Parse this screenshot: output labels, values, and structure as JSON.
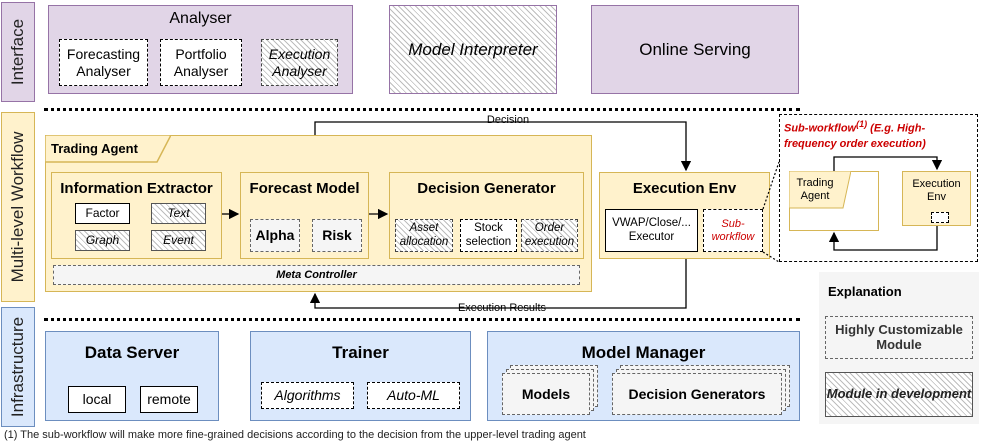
{
  "bands": {
    "interface": "Interface",
    "workflow": "Multi-level Workflow",
    "infrastructure": "Infrastructure"
  },
  "interface": {
    "analyser": {
      "title": "Analyser",
      "forecasting": "Forecasting Analyser",
      "portfolio": "Portfolio Analyser",
      "execution": "Execution Analyser"
    },
    "model_interpreter": "Model Interpreter",
    "online_serving": "Online Serving"
  },
  "workflow": {
    "trading_agent": "Trading Agent",
    "information_extractor": {
      "title": "Information Extractor",
      "factor": "Factor",
      "text": "Text",
      "graph": "Graph",
      "event": "Event"
    },
    "forecast_model": {
      "title": "Forecast Model",
      "alpha": "Alpha",
      "risk": "Risk"
    },
    "decision_generator": {
      "title": "Decision Generator",
      "asset_allocation": "Asset allocation",
      "stock_selection": "Stock selection",
      "order_execution": "Order execution"
    },
    "meta_controller": "Meta Controller",
    "execution_env": {
      "title": "Execution Env",
      "executor": "VWAP/Close/... Executor",
      "sub_workflow": "Sub-workflow"
    },
    "decision_label": "Decision",
    "execution_results_label": "Execution Results"
  },
  "sub_workflow_panel": {
    "title": "Sub-workflow",
    "title_sup": "(1)",
    "title_rest": " (E.g. High-frequency order execution)",
    "trading_agent": "Trading Agent",
    "execution_env": "Execution Env"
  },
  "infrastructure": {
    "data_server": {
      "title": "Data Server",
      "local": "local",
      "remote": "remote"
    },
    "trainer": {
      "title": "Trainer",
      "algorithms": "Algorithms",
      "auto_ml": "Auto-ML"
    },
    "model_manager": {
      "title": "Model Manager",
      "models": "Models",
      "decision_generators": "Decision Generators"
    }
  },
  "legend": {
    "title": "Explanation",
    "customizable": "Highly Customizable Module",
    "in_development": "Module in development"
  },
  "footnote": "(1) The sub-workflow will make more fine-grained decisions according to the decision from the upper-level trading agent",
  "colors": {
    "interface": "#e1d5e7",
    "workflow": "#fff2cc",
    "infrastructure": "#dae8fc",
    "sub_workflow_title": "#cc0000"
  }
}
